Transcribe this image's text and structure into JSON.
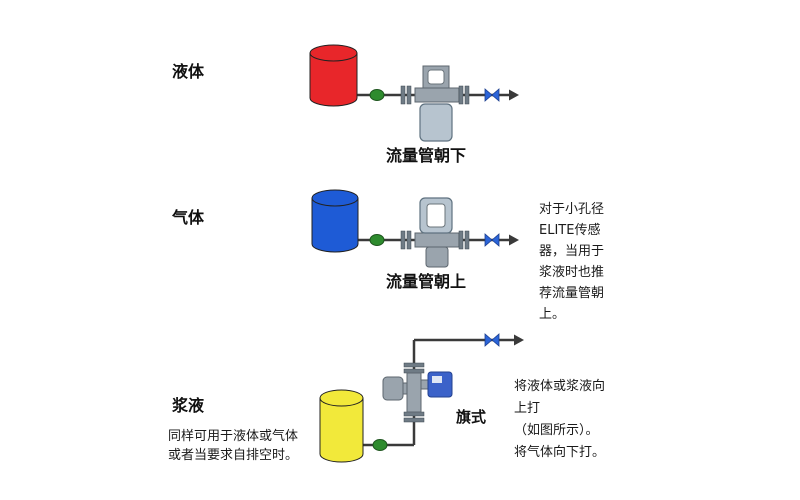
{
  "sections": [
    {
      "id": "liquid",
      "label": "液体",
      "caption": "流量管朝下"
    },
    {
      "id": "gas",
      "label": "气体",
      "caption": "流量管朝上"
    },
    {
      "id": "slurry",
      "label": "浆液",
      "caption": "旗式",
      "note": "同样可用于液体或气体\n或者当要求自排空时。"
    }
  ],
  "side_notes": {
    "gas": "对于小孔径\nELITE传感\n器，当用于\n浆液时也推\n荐流量管朝\n上。",
    "slurry": "将液体或浆液向\n上打\n（如图所示）。\n将气体向下打。"
  },
  "icons": {
    "green_valve": "shutoff-valve-icon",
    "blue_valve": "control-valve-icon",
    "arrow": "flow-direction-arrow-icon",
    "tank": "cylinder-tank",
    "meter": "coriolis-flow-meter"
  },
  "colors": {
    "liquid_tank": "#e8262a",
    "gas_tank": "#1e5bd6",
    "slurry_tank": "#f2e93a",
    "valve_green": "#2e8b2e",
    "valve_blue": "#2b64d8",
    "pipe": "#3a3a3a",
    "meter_gray": "#9aa4ad",
    "flange_gray": "#6f7b85",
    "case_bluegray": "#b7c4cf",
    "case_blue": "#3b62c9"
  }
}
